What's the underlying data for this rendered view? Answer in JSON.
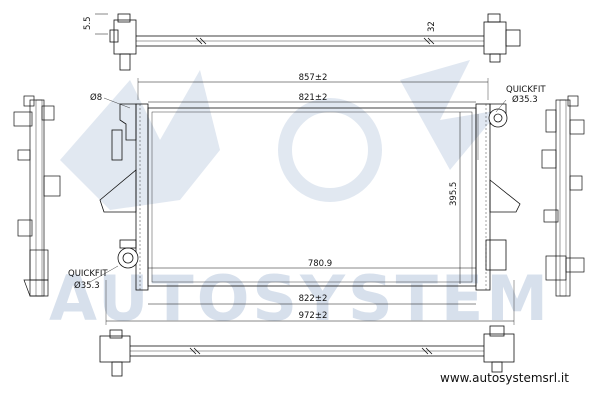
{
  "brand": {
    "watermark": "AUTOSYSTEM",
    "website": "www.autosystemsrl.it",
    "watermark_color": "#b8c8de"
  },
  "dimensions": {
    "core_width": "821±2",
    "tank_width": "857±2",
    "bottom_core_width": "822±2",
    "overall_width": "972±2",
    "core_height": "395.5",
    "tube_length": "780.9",
    "pin_diameter": "Ø8",
    "top_height": "5.5",
    "top_offset": "32"
  },
  "fittings": {
    "top_right": {
      "type": "QUICKFIT",
      "diameter": "Ø35.3"
    },
    "bottom_left": {
      "type": "QUICKFIT",
      "diameter": "Ø35.3"
    }
  }
}
